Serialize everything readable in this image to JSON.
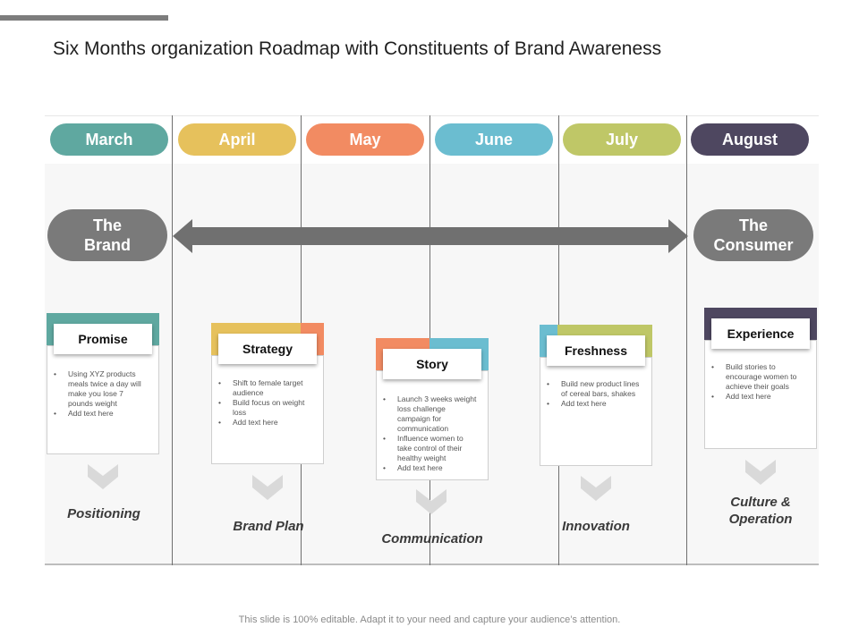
{
  "title": "Six Months organization Roadmap with Constituents of Brand Awareness",
  "colors": {
    "march": "#5fa8a0",
    "april": "#e6c15c",
    "may": "#f28b62",
    "june": "#6bbdd0",
    "july": "#bfc767",
    "august": "#4e4760",
    "gray_pill": "#7a7a7a",
    "chevron": "#d9d9d9"
  },
  "months": [
    "March",
    "April",
    "May",
    "June",
    "July",
    "August"
  ],
  "ends": {
    "left": [
      "The",
      "Brand"
    ],
    "right": [
      "The",
      "Consumer"
    ]
  },
  "cards": [
    {
      "title": "Promise",
      "bullets": [
        "Using XYZ products meals twice a day will make you lose 7 pounds weight",
        "Add text here"
      ],
      "label": "Positioning"
    },
    {
      "title": "Strategy",
      "bullets": [
        "Shift to female target audience",
        "Build focus on weight loss",
        "Add text here"
      ],
      "label": "Brand Plan"
    },
    {
      "title": "Story",
      "bullets": [
        "Launch 3 weeks weight loss challenge campaign for communication",
        "Influence women to take control of their healthy weight",
        "Add text here"
      ],
      "label": "Communication"
    },
    {
      "title": "Freshness",
      "bullets": [
        "Build new product lines of cereal bars, shakes",
        "Add text here"
      ],
      "label": "Innovation"
    },
    {
      "title": "Experience",
      "bullets": [
        "Build stories to encourage women to achieve their goals",
        "Add text here"
      ],
      "label_lines": [
        "Culture &",
        "Operation"
      ]
    }
  ],
  "footer": "This slide is 100% editable. Adapt it to your need and capture your audience’s attention."
}
